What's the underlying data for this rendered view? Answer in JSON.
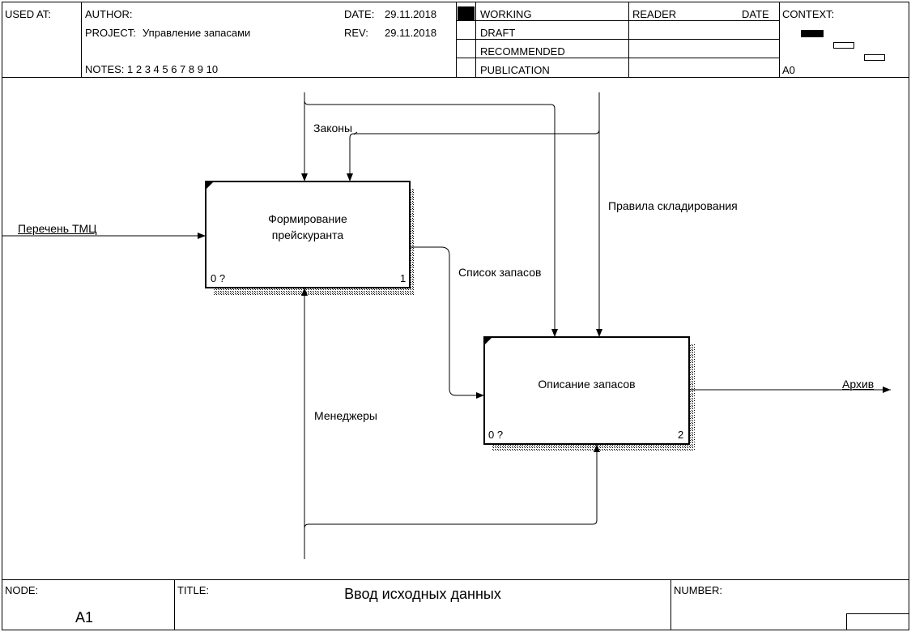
{
  "header": {
    "used_at": "USED AT:",
    "author": "AUTHOR:",
    "project_label": "PROJECT:",
    "project": "Управление запасами",
    "date_label": "DATE:",
    "date": "29.11.2018",
    "rev_label": "REV:",
    "rev": "29.11.2018",
    "notes": "NOTES:  1  2  3  4  5  6  7  8  9  10",
    "status": [
      "WORKING",
      "DRAFT",
      "RECOMMENDED",
      "PUBLICATION"
    ],
    "reader": "READER",
    "reader_date": "DATE",
    "context": "CONTEXT:",
    "context_node": "A0"
  },
  "diagram": {
    "boxes": [
      {
        "title_line1": "Формирование",
        "title_line2": "прейскуранта",
        "cost": "0 ?",
        "number": "1"
      },
      {
        "title_line1": "Описание запасов",
        "cost": "0 ?",
        "number": "2"
      }
    ],
    "arrows": {
      "input": "Перечень ТМЦ",
      "control_laws": "Законы",
      "control_rules": "Правила складирования",
      "output_list": "Список запасов",
      "mechanism": "Менеджеры",
      "output_archive": "Архив"
    }
  },
  "footer": {
    "node_label": "NODE:",
    "node": "A1",
    "title_label": "TITLE:",
    "title": "Ввод исходных данных",
    "number_label": "NUMBER:"
  }
}
